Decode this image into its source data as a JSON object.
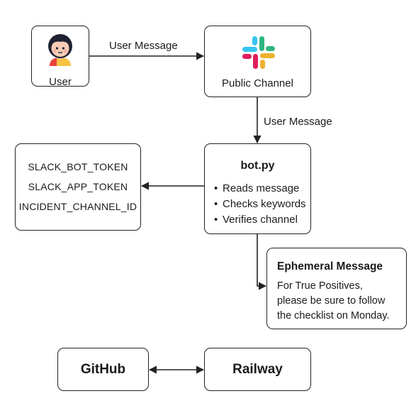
{
  "nodes": {
    "user": {
      "label": "User",
      "icon": "user-avatar-icon"
    },
    "public_channel": {
      "label": "Public Channel",
      "icon": "slack-logo-icon"
    },
    "bot": {
      "title": "bot.py",
      "items": [
        "Reads message",
        "Checks keywords",
        "Verifies channel"
      ]
    },
    "env": {
      "lines": [
        "SLACK_BOT_TOKEN",
        "SLACK_APP_TOKEN",
        "INCIDENT_CHANNEL_ID"
      ]
    },
    "ephemeral": {
      "title": "Ephemeral Message",
      "lines": [
        "For True Positives,",
        "please be sure to follow",
        "the checklist on Monday."
      ]
    },
    "github": {
      "label": "GitHub"
    },
    "railway": {
      "label": "Railway"
    }
  },
  "edges": {
    "user_to_channel": "User Message",
    "channel_to_bot": "User Message"
  },
  "colors": {
    "stroke": "#222222",
    "slack_blue": "#36C5F0",
    "slack_green": "#2EB67D",
    "slack_yellow": "#ECB22E",
    "slack_red": "#E01E5A",
    "avatar_face": "#F7CDB5",
    "avatar_hair": "#1f2233",
    "avatar_shirt_red": "#E8413C",
    "avatar_shirt_yellow": "#F6C343"
  }
}
